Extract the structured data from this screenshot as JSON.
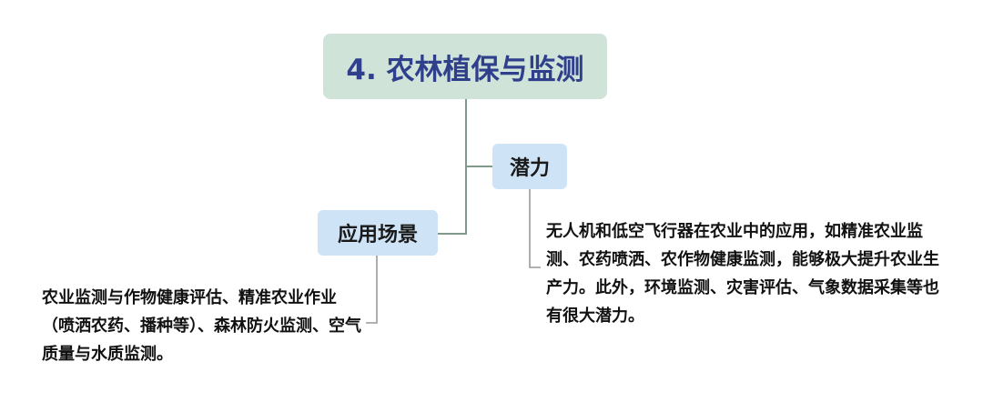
{
  "diagram": {
    "root": {
      "label": "4. 农林植保与监测"
    },
    "branches": {
      "potential": {
        "label": "潜力",
        "detail": "无人机和低空飞行器在农业中的应用，如精准农业监测、农药喷洒、农作物健康监测，能够极大提升农业生产力。此外，环境监测、灾害评估、气象数据采集等也有很大潜力。"
      },
      "scenes": {
        "label": "应用场景",
        "detail": "农业监测与作物健康评估、精准农业作业（喷洒农药、播种等）、森林防火监测、空气质量与水质监测。"
      }
    },
    "colors": {
      "root_bg": "#cfe3d9",
      "root_text": "#2f3f8c",
      "branch_bg": "#cfe3f7",
      "connector": "#7f9a8c"
    }
  }
}
